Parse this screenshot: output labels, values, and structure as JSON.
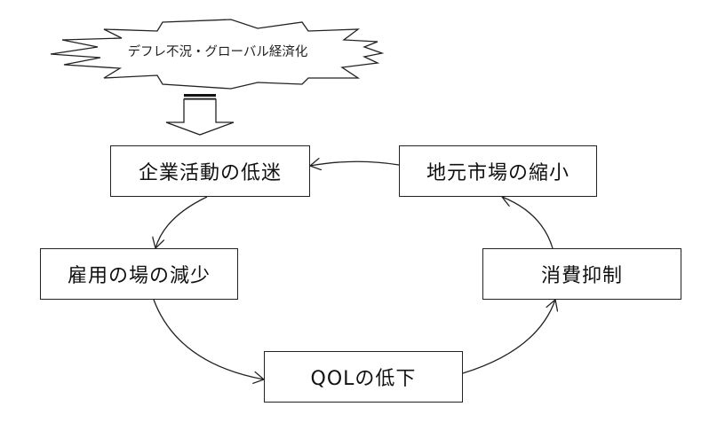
{
  "diagram": {
    "type": "cycle-flow",
    "trigger": {
      "label": "デフレ不況・グローバル経済化",
      "shape": "explosion-burst"
    },
    "nodes": [
      {
        "id": "n1",
        "label": "企業活動の低迷"
      },
      {
        "id": "n2",
        "label": "雇用の場の減少"
      },
      {
        "id": "n3",
        "label": "QOLの低下"
      },
      {
        "id": "n4",
        "label": "消費抑制"
      },
      {
        "id": "n5",
        "label": "地元市場の縮小"
      }
    ],
    "edges": [
      {
        "from": "trigger",
        "to": "n1",
        "style": "block-arrow"
      },
      {
        "from": "n1",
        "to": "n2",
        "style": "curved-arrow"
      },
      {
        "from": "n2",
        "to": "n3",
        "style": "curved-arrow"
      },
      {
        "from": "n3",
        "to": "n4",
        "style": "curved-arrow"
      },
      {
        "from": "n4",
        "to": "n5",
        "style": "curved-arrow"
      },
      {
        "from": "n5",
        "to": "n1",
        "style": "curved-arrow"
      }
    ],
    "colors": {
      "stroke": "#222222",
      "fill": "#ffffff",
      "text": "#111111"
    }
  }
}
